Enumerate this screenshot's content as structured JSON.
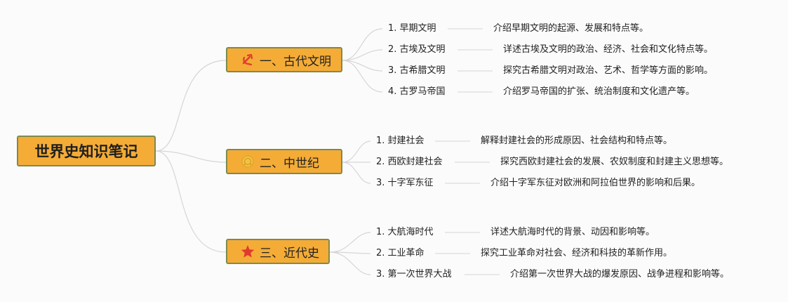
{
  "root": {
    "label": "世界史知识笔记"
  },
  "branches": [
    {
      "label": "一、古代文明",
      "icon": "hammer-sickle-icon",
      "items": [
        {
          "title": "1. 早期文明",
          "desc": "介绍早期文明的起源、发展和特点等。"
        },
        {
          "title": "2. 古埃及文明",
          "desc": "详述古埃及文明的政治、经济、社会和文化特点等。"
        },
        {
          "title": "3. 古希腊文明",
          "desc": "探究古希腊文明对政治、艺术、哲学等方面的影响。"
        },
        {
          "title": "4. 古罗马帝国",
          "desc": "介绍罗马帝国的扩张、统治制度和文化遗产等。"
        }
      ]
    },
    {
      "label": "二、中世纪",
      "icon": "emblem-icon",
      "items": [
        {
          "title": "1. 封建社会",
          "desc": "解释封建社会的形成原因、社会结构和特点等。"
        },
        {
          "title": "2. 西欧封建社会",
          "desc": "探究西欧封建社会的发展、农奴制度和封建主义思想等。"
        },
        {
          "title": "3. 十字军东征",
          "desc": "介绍十字军东征对欧洲和阿拉伯世界的影响和后果。"
        }
      ]
    },
    {
      "label": "三、近代史",
      "icon": "star-icon",
      "items": [
        {
          "title": "1. 大航海时代",
          "desc": "详述大航海时代的背景、动因和影响等。"
        },
        {
          "title": "2. 工业革命",
          "desc": "探究工业革命对社会、经济和科技的革新作用。"
        },
        {
          "title": "3. 第一次世界大战",
          "desc": "介绍第一次世界大战的爆发原因、战争进程和影响等。"
        }
      ]
    }
  ],
  "colors": {
    "node_fill": "#f4ac36",
    "node_border": "#7d8a4f",
    "connector": "#d6d6d6",
    "icon_red": "#e03a2f"
  }
}
